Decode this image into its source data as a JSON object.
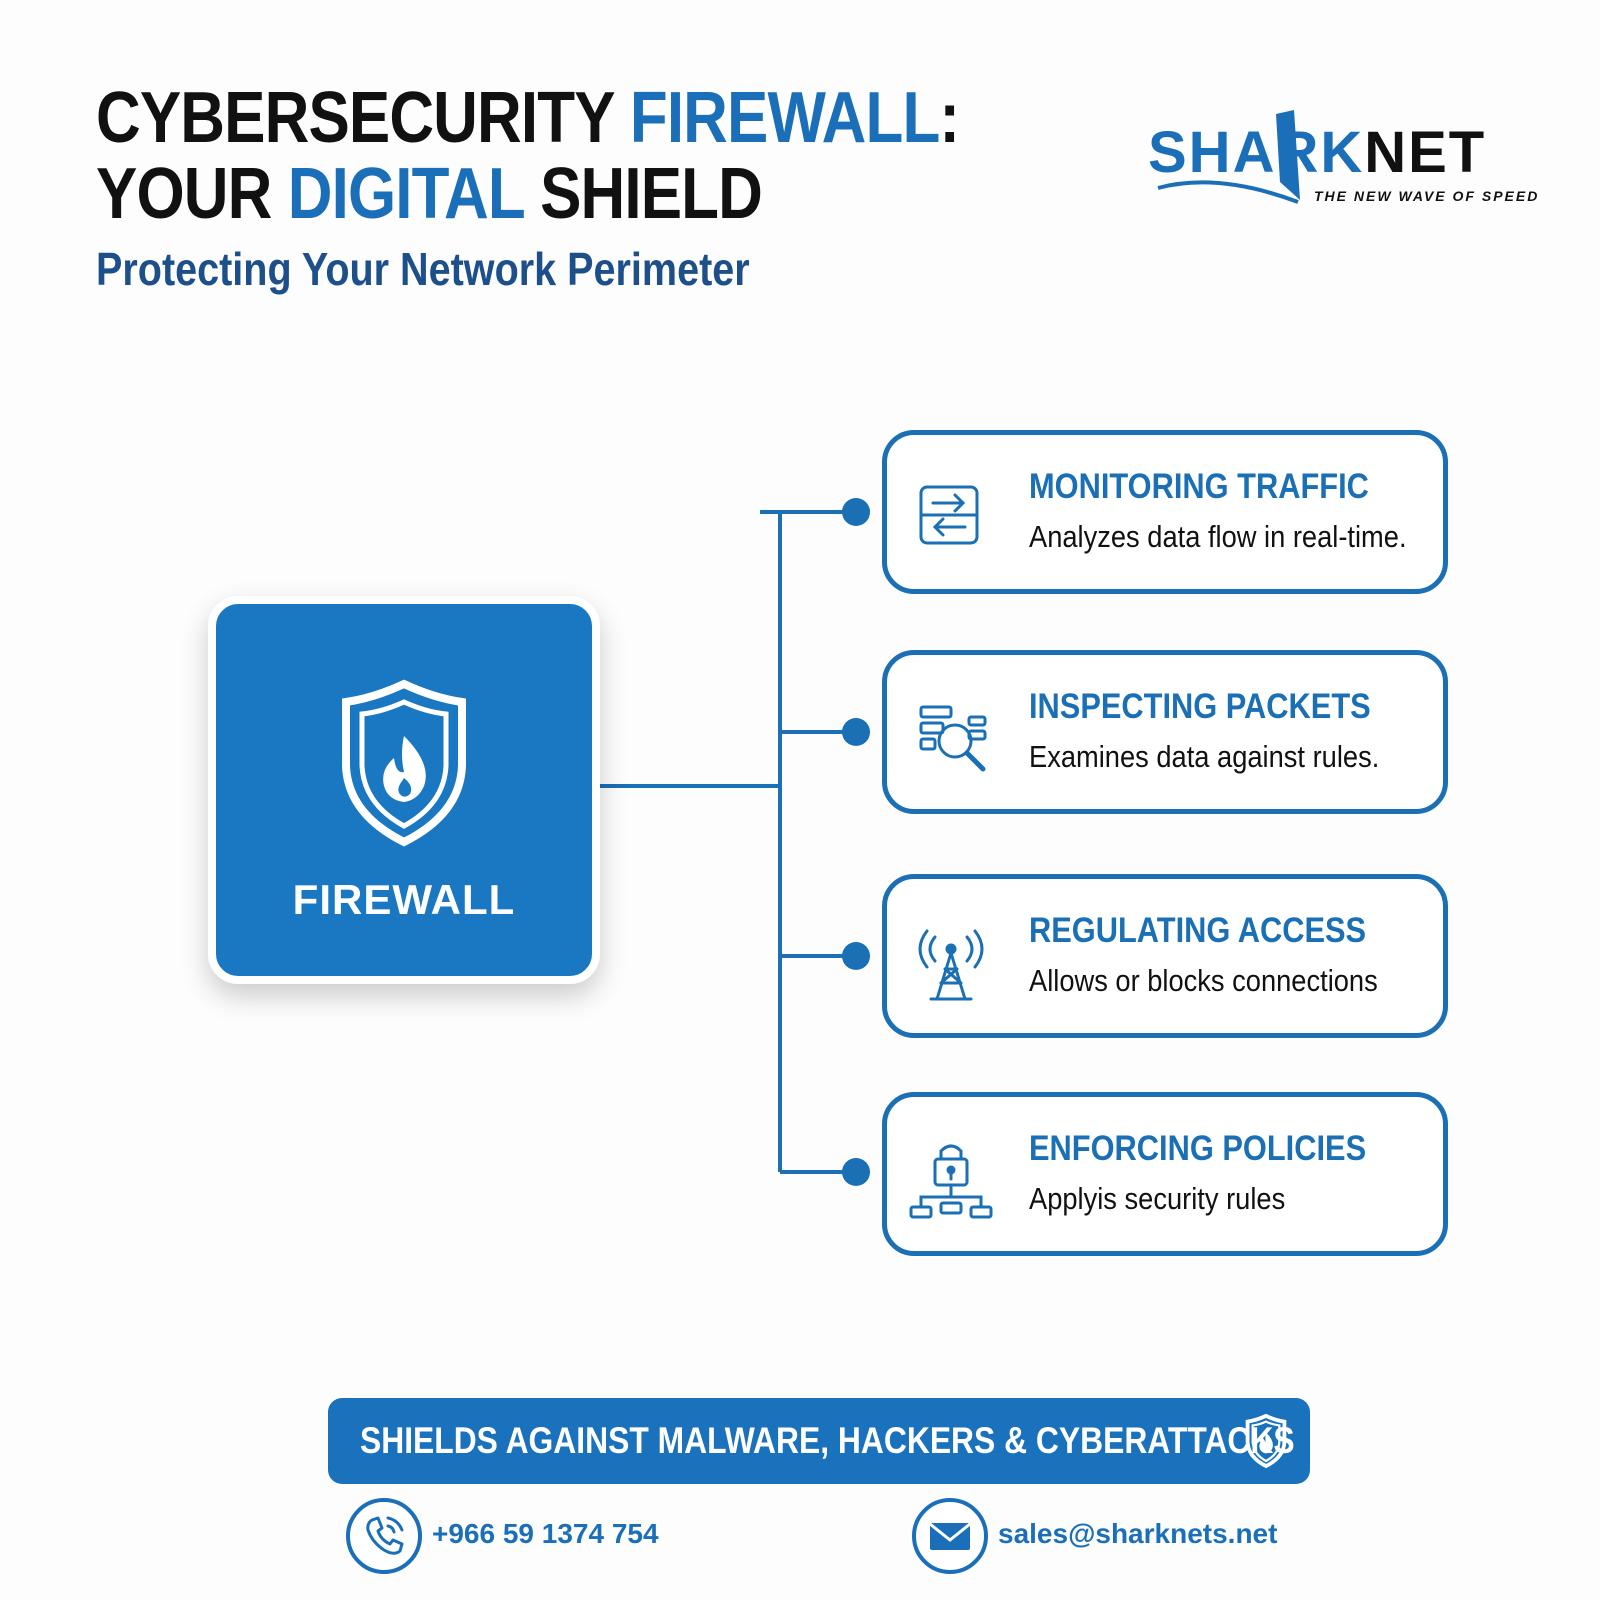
{
  "header": {
    "title_line1_dark": "CYBERSECURITY ",
    "title_line1_accent": "FIREWALL",
    "title_line1_colon": ":",
    "title_line2_dark": "YOUR ",
    "title_line2_accent": "DIGITAL",
    "title_line2_end": " SHIELD",
    "subtitle": "Protecting Your Network Perimeter"
  },
  "logo": {
    "word_part1": "SHARK",
    "word_part2": "NET",
    "tagline": "THE NEW WAVE OF SPEED"
  },
  "firewall": {
    "label": "FIREWALL",
    "icon": "shield-flame-icon"
  },
  "features": [
    {
      "title": "MONITORING TRAFFIC",
      "description": "Analyzes data flow in real-time.",
      "icon": "traffic-arrows-icon"
    },
    {
      "title": "INSPECTING PACKETS",
      "description": "Examines data against rules.",
      "icon": "packet-magnifier-icon"
    },
    {
      "title": "REGULATING ACCESS",
      "description": "Allows or blocks connections",
      "icon": "signal-tower-icon"
    },
    {
      "title": "ENFORCING POLICIES",
      "description": "Applyis security rules",
      "icon": "lock-network-icon"
    }
  ],
  "banner": {
    "text": "SHIELDS AGAINST MALWARE, HACKERS & CYBERATTACKS",
    "icon": "shield-flame-icon"
  },
  "contacts": {
    "phone": "+966 59 1374 754",
    "email": "sales@sharknets.net"
  },
  "colors": {
    "accent": "#1b6fb8",
    "navy": "#1d4f8a",
    "box_fill": "#1a78c2",
    "card_border": "#1a6fb5"
  }
}
